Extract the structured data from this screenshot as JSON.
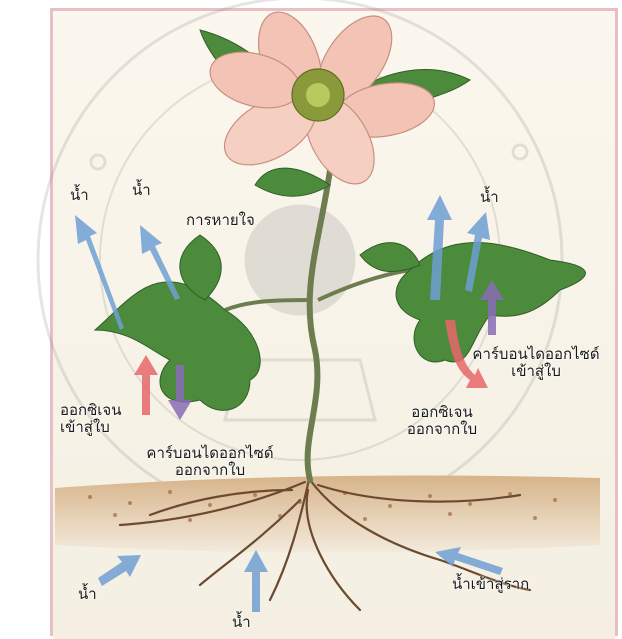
{
  "labels": {
    "water_top_left_1": "น้ำ",
    "water_top_left_2": "น้ำ",
    "respiration": "การหายใจ",
    "water_top_right": "น้ำ",
    "co2_into_leaf_line1": "คาร์บอนไดออกไซด์",
    "co2_into_leaf_line2": "เข้าสู่ใบ",
    "o2_into_leaf_line1": "ออกซิเจน",
    "o2_into_leaf_line2": "เข้าสู่ใบ",
    "o2_out_leaf_line1": "ออกซิเจน",
    "o2_out_leaf_line2": "ออกจากใบ",
    "co2_out_leaf_line1": "คาร์บอนไดออกไซด์",
    "co2_out_leaf_line2": "ออกจากใบ",
    "water_bottom_left": "น้ำ",
    "water_bottom_center": "น้ำ",
    "water_into_root": "น้ำเข้าสู่ราก"
  },
  "colors": {
    "water_arrow": "#6f9fd4",
    "oxygen_arrow": "#e8666a",
    "co2_arrow": "#8a6bb5",
    "leaf": "#4c8a3c",
    "petal": "#f3c4b5",
    "stem": "#6e7d50",
    "soil": "#b98a5a",
    "frame": "#e8bfc4"
  }
}
